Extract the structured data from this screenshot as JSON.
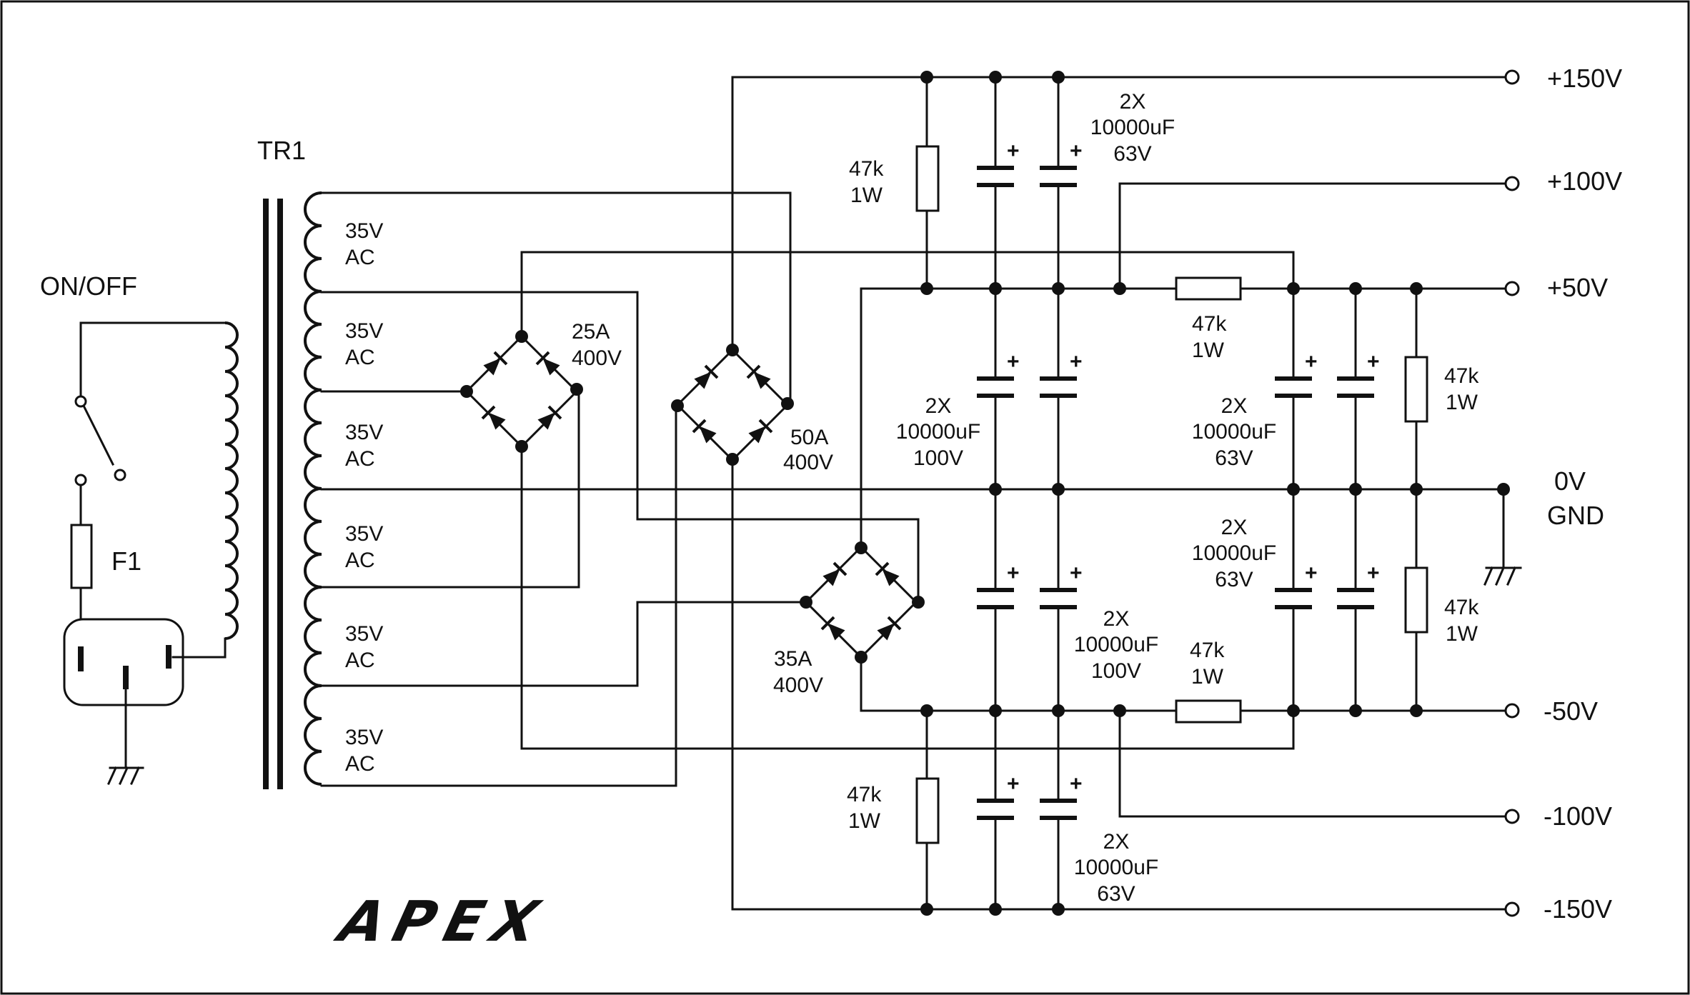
{
  "transformer": {
    "name": "TR1",
    "windings": [
      "35V",
      "AC",
      "35V",
      "AC",
      "35V",
      "AC",
      "35V",
      "AC",
      "35V",
      "AC",
      "35V",
      "AC"
    ]
  },
  "switch": {
    "label": "ON/OFF"
  },
  "fuse": {
    "label": "F1"
  },
  "bridges": {
    "b25": {
      "line1": "25A",
      "line2": "400V"
    },
    "b50": {
      "line1": "50A",
      "line2": "400V"
    },
    "b35": {
      "line1": "35A",
      "line2": "400V"
    }
  },
  "capacitors": {
    "top63": [
      "2X",
      "10000uF",
      "63V"
    ],
    "pos100": [
      "2X",
      "10000uF",
      "100V"
    ],
    "pos63": [
      "2X",
      "10000uF",
      "63V"
    ],
    "neg63": [
      "2X",
      "10000uF",
      "63V"
    ],
    "neg100": [
      "2X",
      "10000uF",
      "100V"
    ],
    "bot63": [
      "2X",
      "10000uF",
      "63V"
    ],
    "plus_sign": "+"
  },
  "resistors": {
    "r_top": [
      "47k",
      "1W"
    ],
    "r_pos50": [
      "47k",
      "1W"
    ],
    "r_bleed_pos": [
      "47k",
      "1W"
    ],
    "r_bleed_neg": [
      "47k",
      "1W"
    ],
    "r_neg50": [
      "47k",
      "1W"
    ],
    "r_bot": [
      "47k",
      "1W"
    ]
  },
  "rails": {
    "p150": "+150V",
    "p100": "+100V",
    "p50": "+50V",
    "gnd1": "0V",
    "gnd2": "GND",
    "n50": "-50V",
    "n100": "-100V",
    "n150": "-150V"
  },
  "logo": "APEX"
}
